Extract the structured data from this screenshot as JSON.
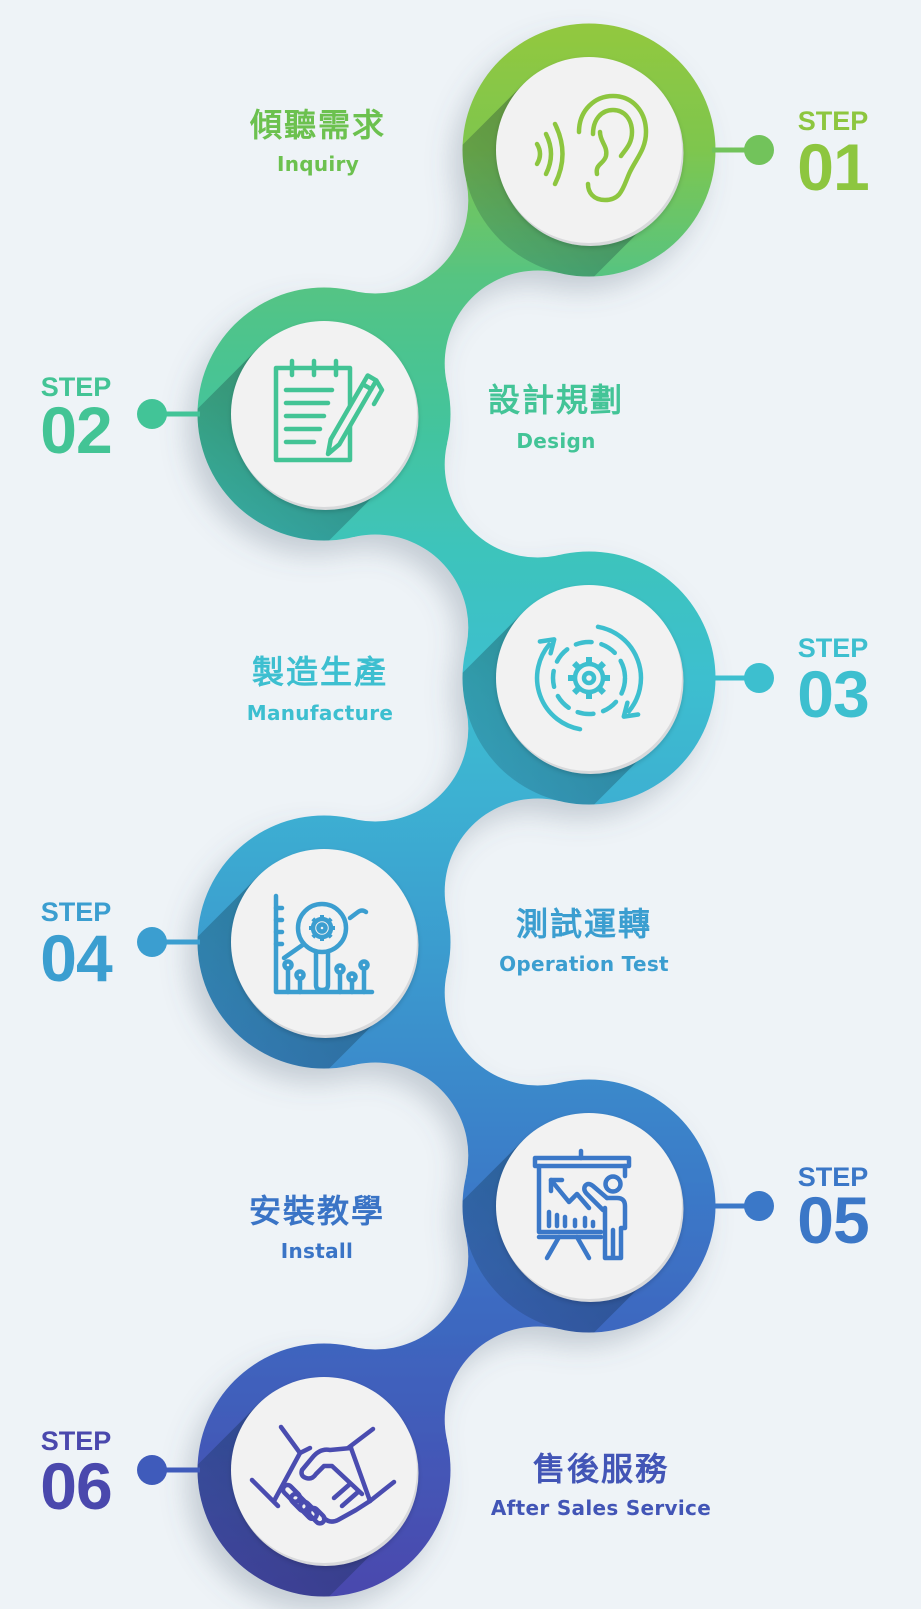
{
  "page": {
    "background": "#eef3f7"
  },
  "flow_gradient": [
    "#93c83e",
    "#44c49a",
    "#3dbfcf",
    "#3b9dcf",
    "#3b77c7",
    "#4a48ad"
  ],
  "steps": [
    {
      "step_label": "STEP",
      "number": "01",
      "title_zh": "傾聽需求",
      "title_en": "Inquiry",
      "icon": "ear-icon",
      "side": "right",
      "color": "#8dc63f"
    },
    {
      "step_label": "STEP",
      "number": "02",
      "title_zh": "設計規劃",
      "title_en": "Design",
      "icon": "notepad-pencil-icon",
      "side": "left",
      "color": "#43c495"
    },
    {
      "step_label": "STEP",
      "number": "03",
      "title_zh": "製造生產",
      "title_en": "Manufacture",
      "icon": "gear-cycle-icon",
      "side": "right",
      "color": "#3dbfcf"
    },
    {
      "step_label": "STEP",
      "number": "04",
      "title_zh": "測試運轉",
      "title_en": "Operation Test",
      "icon": "chart-gear-inspection-icon",
      "side": "left",
      "color": "#3b9ed0"
    },
    {
      "step_label": "STEP",
      "number": "05",
      "title_zh": "安裝教學",
      "title_en": "Install",
      "icon": "presentation-board-icon",
      "side": "right",
      "color": "#3b77c7"
    },
    {
      "step_label": "STEP",
      "number": "06",
      "title_zh": "售後服務",
      "title_en": "After Sales Service",
      "icon": "handshake-icon",
      "side": "left",
      "color": "#4a48ad"
    }
  ]
}
